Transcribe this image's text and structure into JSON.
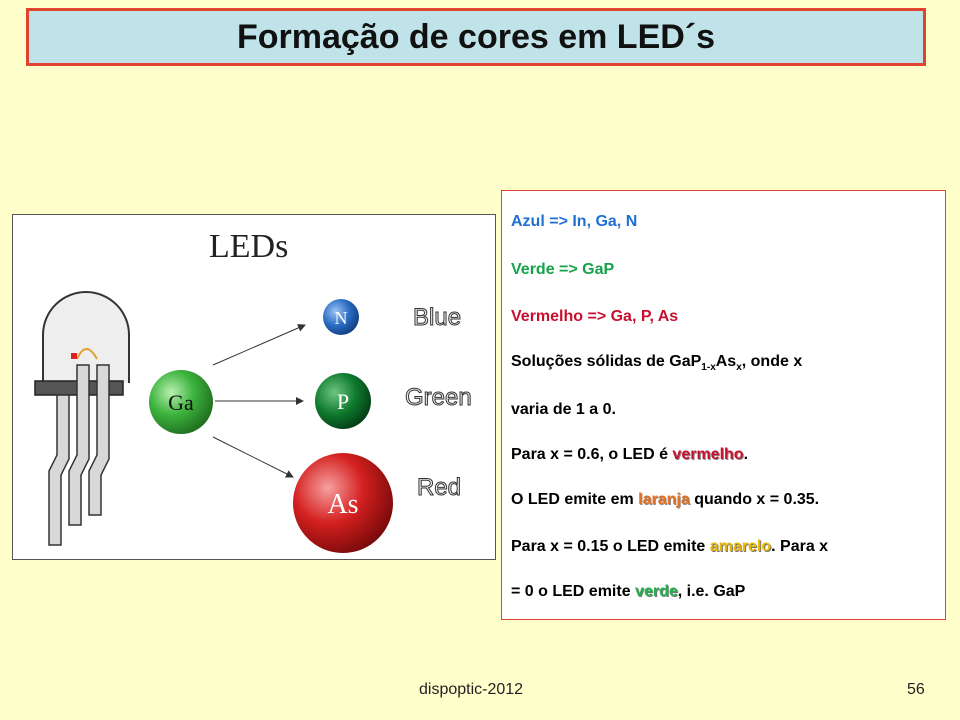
{
  "title": "Formação de cores em LED´s",
  "figure": {
    "heading": "LEDs",
    "source_atom": "Ga",
    "atoms": [
      "N",
      "P",
      "As"
    ],
    "color_labels": [
      "Blue",
      "Green",
      "Red"
    ],
    "colors": {
      "N": "#2B6CC4",
      "Ga": "#3DB33D",
      "P": "#0E7A2E",
      "As": "#D42020"
    }
  },
  "text": {
    "line1": "Azul => In, Ga, N",
    "line2": "Verde => GaP",
    "line3": "Vermelho => Ga, P, As",
    "line4_pre": "Soluções sólidas de GaP",
    "line4_sub1": "1-x",
    "line4_mid": "As",
    "line4_sub2": "x",
    "line4_post": ", onde x",
    "line5": "varia de 1 a 0.",
    "line6_pre": "Para x = 0.6, o LED é ",
    "line6_hl": "vermelho",
    "line6_post": ".",
    "line7_pre": "O LED emite em ",
    "line7_hl": "laranja",
    "line7_post": " quando x = 0.35.",
    "line8_pre": "Para x = 0.15 o LED emite ",
    "line8_hl": "amarelo",
    "line8_post": ". Para x",
    "line9_pre": "= 0 o LED emite ",
    "line9_hl": "verde",
    "line9_post": ", i.e. GaP"
  },
  "footer": {
    "left": "dispoptic-2012",
    "page": "56"
  }
}
